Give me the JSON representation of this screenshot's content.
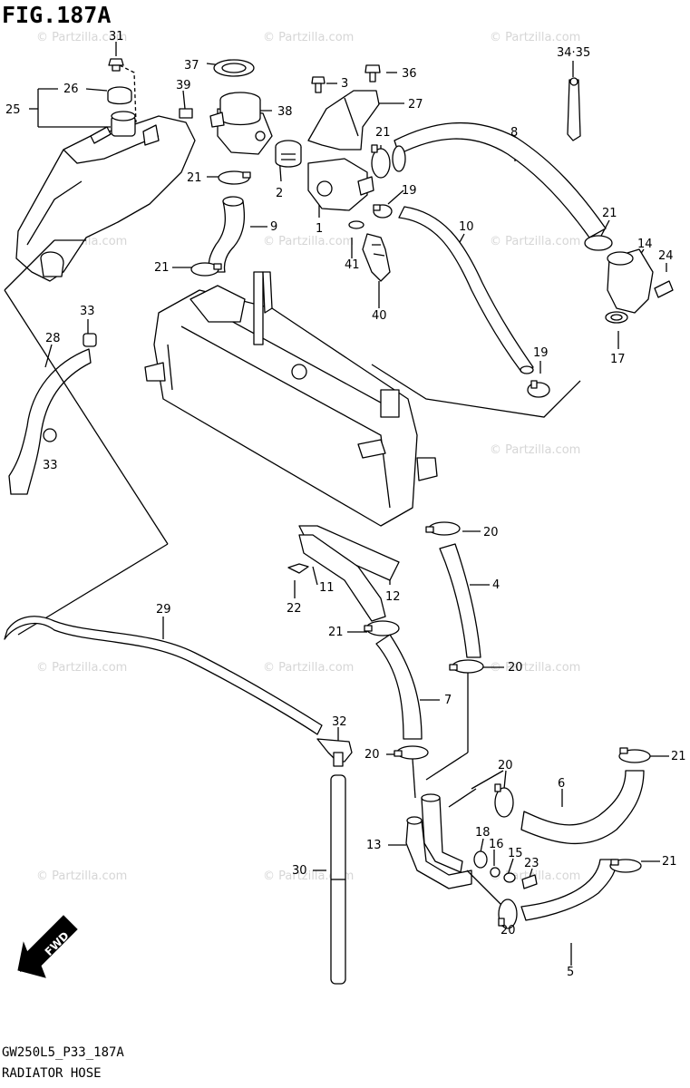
{
  "figure": {
    "title": "FIG.187A",
    "model_code": "GW250L5_P33_187A",
    "section_title": "RADIATOR HOSE",
    "watermark": "© Partzilla.com",
    "fwd_label": "FWD"
  },
  "callouts": [
    {
      "id": "c31",
      "text": "31"
    },
    {
      "id": "c26",
      "text": "26"
    },
    {
      "id": "c25",
      "text": "25"
    },
    {
      "id": "c37",
      "text": "37"
    },
    {
      "id": "c39",
      "text": "39"
    },
    {
      "id": "c38",
      "text": "38"
    },
    {
      "id": "c3",
      "text": "3"
    },
    {
      "id": "c36",
      "text": "36"
    },
    {
      "id": "c27",
      "text": "27"
    },
    {
      "id": "c3435",
      "text": "34·35"
    },
    {
      "id": "c8",
      "text": "8"
    },
    {
      "id": "c21a",
      "text": "21"
    },
    {
      "id": "c21b",
      "text": "21"
    },
    {
      "id": "c2",
      "text": "2"
    },
    {
      "id": "c19a",
      "text": "19"
    },
    {
      "id": "c9",
      "text": "9"
    },
    {
      "id": "c1",
      "text": "1"
    },
    {
      "id": "c10",
      "text": "10"
    },
    {
      "id": "c21c",
      "text": "21"
    },
    {
      "id": "c14",
      "text": "14"
    },
    {
      "id": "c24",
      "text": "24"
    },
    {
      "id": "c21d",
      "text": "21"
    },
    {
      "id": "c41",
      "text": "41"
    },
    {
      "id": "c40",
      "text": "40"
    },
    {
      "id": "c33a",
      "text": "33"
    },
    {
      "id": "c28",
      "text": "28"
    },
    {
      "id": "c17",
      "text": "17"
    },
    {
      "id": "c19b",
      "text": "19"
    },
    {
      "id": "c33b",
      "text": "33"
    },
    {
      "id": "c20a",
      "text": "20"
    },
    {
      "id": "c4",
      "text": "4"
    },
    {
      "id": "c11",
      "text": "11"
    },
    {
      "id": "c12",
      "text": "12"
    },
    {
      "id": "c22",
      "text": "22"
    },
    {
      "id": "c29",
      "text": "29"
    },
    {
      "id": "c21e",
      "text": "21"
    },
    {
      "id": "c20b",
      "text": "20"
    },
    {
      "id": "c7",
      "text": "7"
    },
    {
      "id": "c32",
      "text": "32"
    },
    {
      "id": "c20c",
      "text": "20"
    },
    {
      "id": "c21f",
      "text": "21"
    },
    {
      "id": "c20d",
      "text": "20"
    },
    {
      "id": "c6",
      "text": "6"
    },
    {
      "id": "c18",
      "text": "18"
    },
    {
      "id": "c16",
      "text": "16"
    },
    {
      "id": "c15",
      "text": "15"
    },
    {
      "id": "c23",
      "text": "23"
    },
    {
      "id": "c13",
      "text": "13"
    },
    {
      "id": "c21g",
      "text": "21"
    },
    {
      "id": "c30",
      "text": "30"
    },
    {
      "id": "c20e",
      "text": "20"
    },
    {
      "id": "c5",
      "text": "5"
    }
  ]
}
